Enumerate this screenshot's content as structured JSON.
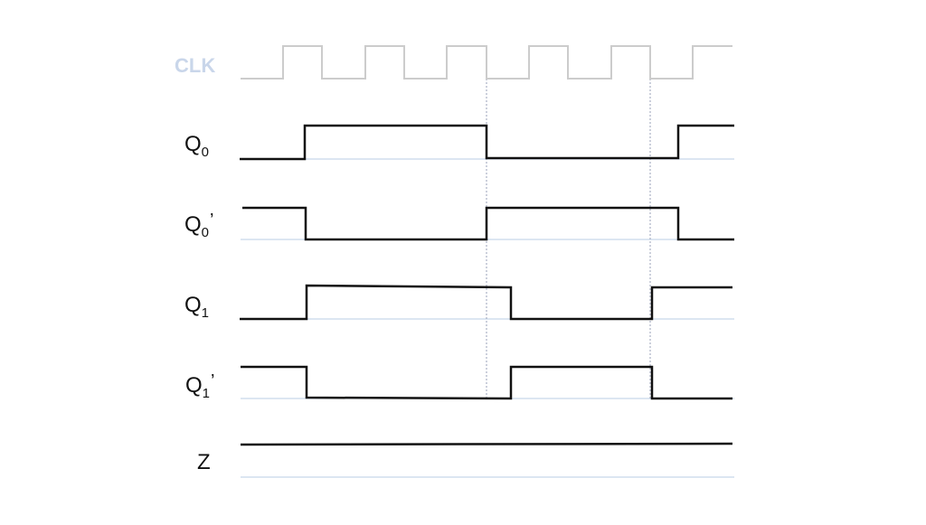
{
  "signals": {
    "clk": {
      "base": "CLK",
      "sub": "",
      "prime": ""
    },
    "q0": {
      "base": "Q",
      "sub": "0",
      "prime": ""
    },
    "q0bar": {
      "base": "Q",
      "sub": "0",
      "prime": "’"
    },
    "q1": {
      "base": "Q",
      "sub": "1",
      "prime": ""
    },
    "q1bar": {
      "base": "Q",
      "sub": "1",
      "prime": "’"
    },
    "z": {
      "base": "Z",
      "sub": "",
      "prime": ""
    }
  },
  "colors": {
    "waveform": "#111111",
    "clock": "#cccccc",
    "baseline": "#b8cde6",
    "marker": "#9aa0b8",
    "clk_label": "#c9d6ea"
  }
}
